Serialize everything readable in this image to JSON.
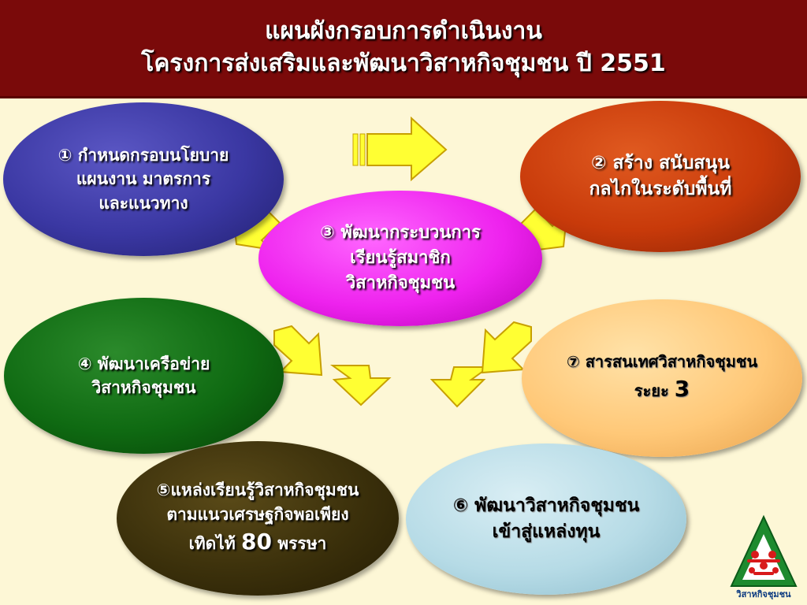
{
  "header": {
    "title_line1": "แผนผังกรอบการดำเนินงาน",
    "title_line2": "โครงการส่งเสริมและพัฒนาวิสาหกิจชุมชน ปี 2551"
  },
  "nodes": {
    "n1": {
      "line1": "① กำหนดกรอบนโยบาย",
      "line2": "แผนงาน มาตรการ",
      "line3": "และแนวทาง",
      "color": "#3a37a2"
    },
    "n2": {
      "line1": "② สร้าง สนับสนุน",
      "line2": "กลไกในระดับพื้นที่",
      "color": "#c83a0a"
    },
    "n3": {
      "line1": "③ พัฒนากระบวนการ",
      "line2": "เรียนรู้สมาชิก",
      "line3": "วิสาหกิจชุมชน",
      "color": "#ee22ee"
    },
    "n4": {
      "line1": "④ พัฒนาเครือข่าย",
      "line2": "วิสาหกิจชุมชน",
      "color": "#0f6a12"
    },
    "n5": {
      "line1": "⑤แหล่งเรียนรู้วิสาหกิจชุมชน",
      "line2": "ตามแนวเศรษฐกิจพอเพียง",
      "line3_prefix": "เทิดไท้ ",
      "line3_num": "80",
      "line3_suffix": " พรรษา",
      "color": "#3b300b"
    },
    "n6": {
      "line1": "⑥ พัฒนาวิสาหกิจชุมชน",
      "line2": "เข้าสู่แหล่งทุน",
      "color": "#b6dbe6"
    },
    "n7": {
      "line1": "⑦ สารสนเทศวิสาหกิจชุมชน",
      "line2_prefix": "ระยะ ",
      "line2_num": "3",
      "color": "#ffc878"
    }
  },
  "logo": {
    "caption": "วิสาหกิจชุมชน"
  },
  "colors": {
    "header_bg": "#7a0a0a",
    "background": "#fdf7d6",
    "arrow_fill": "#ffff33",
    "arrow_stroke": "#c8a000"
  }
}
